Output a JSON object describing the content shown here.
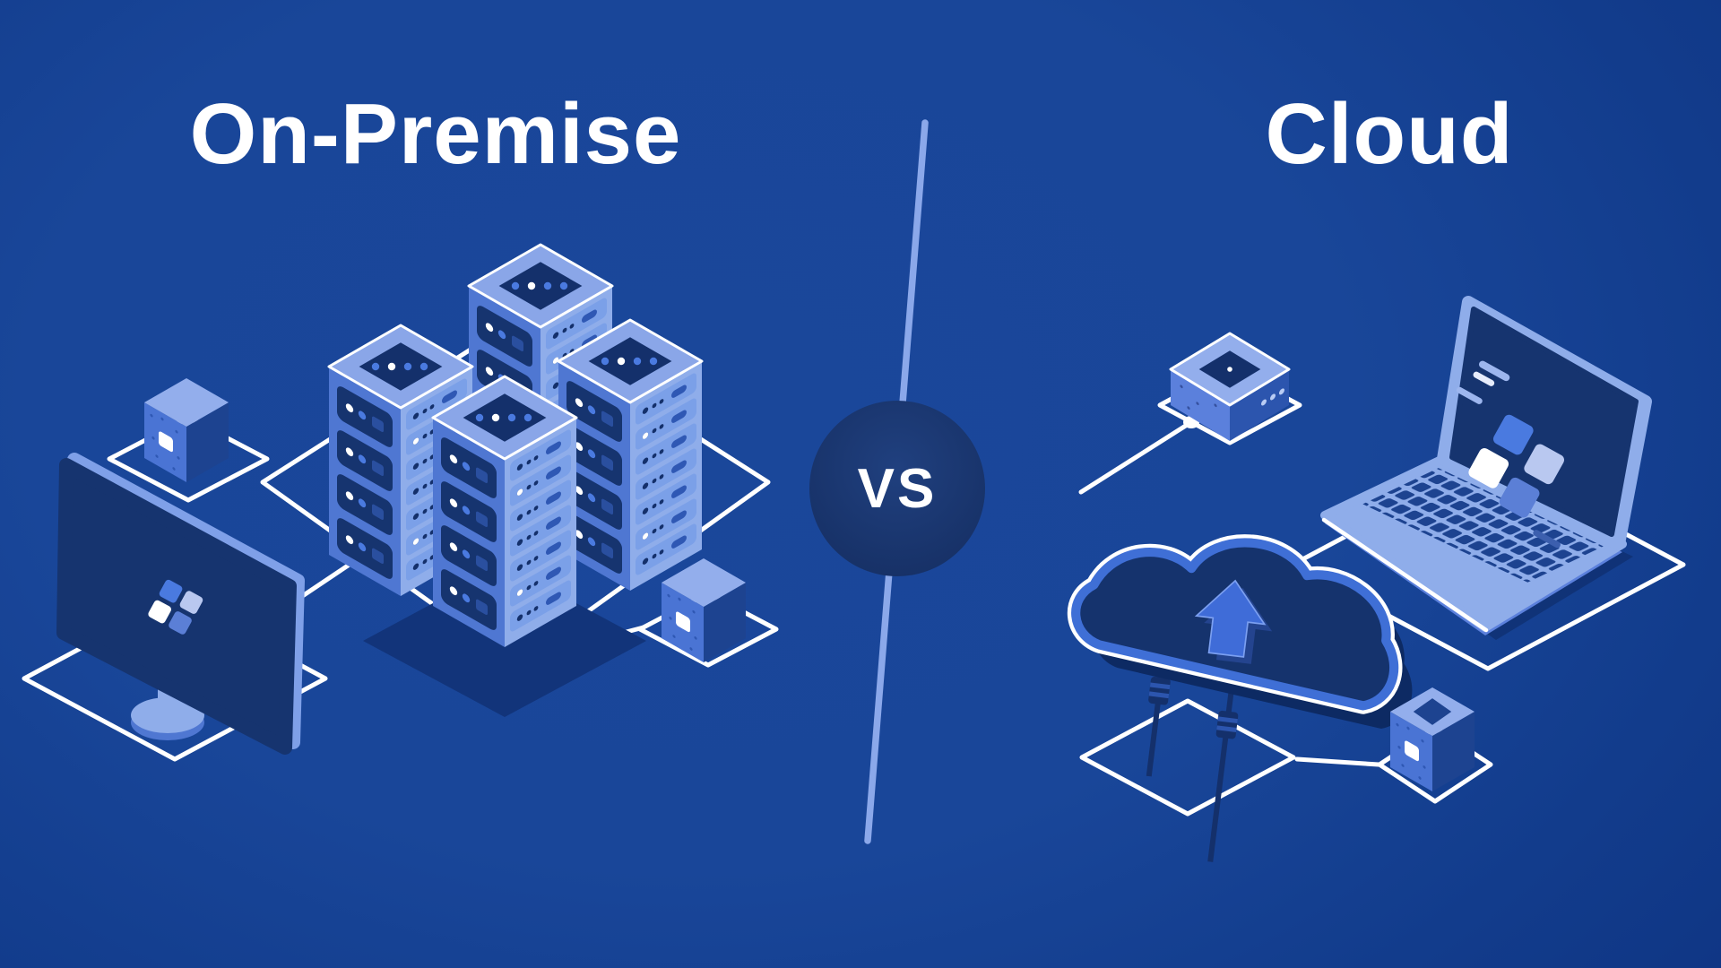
{
  "header": {
    "left_title": "On-Premise",
    "right_title": "Cloud",
    "versus_label": "VS"
  },
  "palette": {
    "background_center": "#1f50ac",
    "background_edge": "#0e3280",
    "surface_light": "#8fadea",
    "surface_medium": "#4f77d2",
    "surface_dark": "#1d4390",
    "panel_navy": "#16346f",
    "accent_bright": "#4a7ae0",
    "cloud_border_blue": "#3f6fd6",
    "outline_white": "#ffffff",
    "divider_line": "#8ba8ea",
    "vs_circle": "#1b3570"
  },
  "left_scene": {
    "components": [
      "desktop-monitor",
      "server-rack-tower x4",
      "storage-cube x2",
      "network-ground-lines",
      "node-dot"
    ]
  },
  "right_scene": {
    "components": [
      "router-box",
      "laptop",
      "cloud-upload",
      "storage-cube",
      "network-ground-lines",
      "node-dot",
      "cables"
    ]
  }
}
